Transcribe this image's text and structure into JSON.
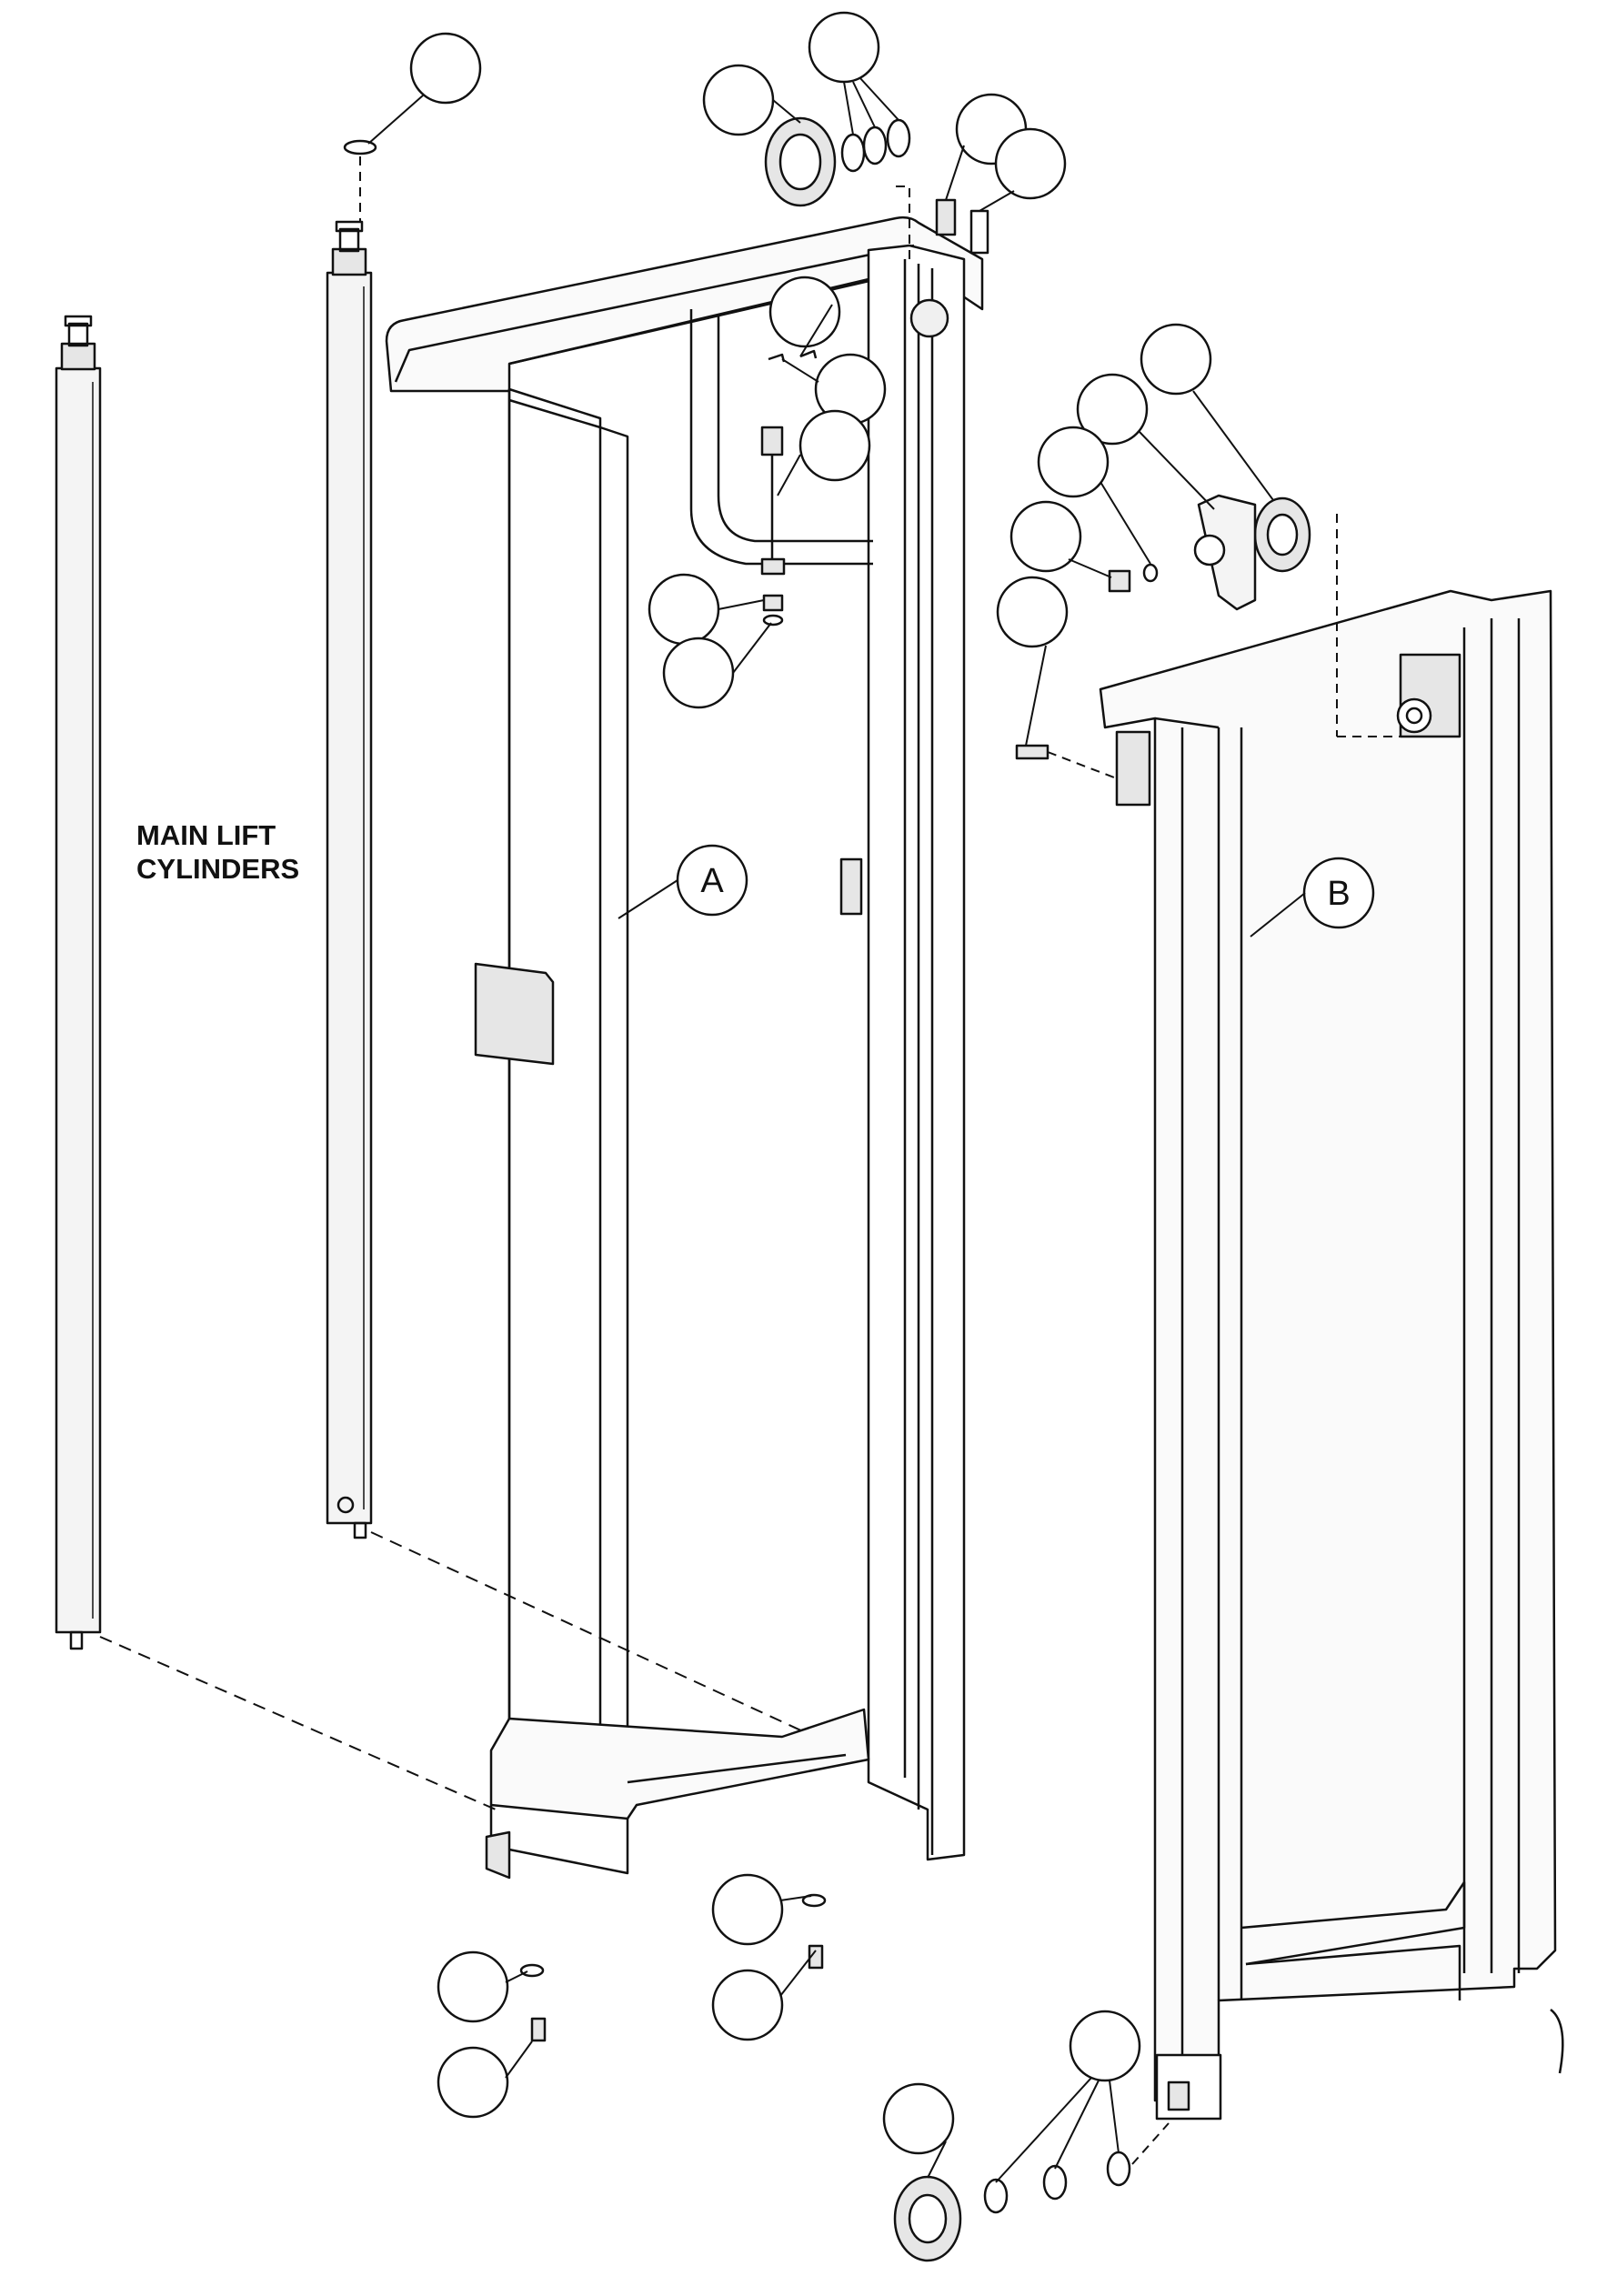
{
  "labels": {
    "main_lift_line1": "MAIN LIFT",
    "main_lift_line2": "CYLINDERS",
    "callout_a": "A",
    "callout_b": "B"
  },
  "colors": {
    "ink": "#111111",
    "paper": "#ffffff",
    "shade": "#e6e6e6"
  }
}
